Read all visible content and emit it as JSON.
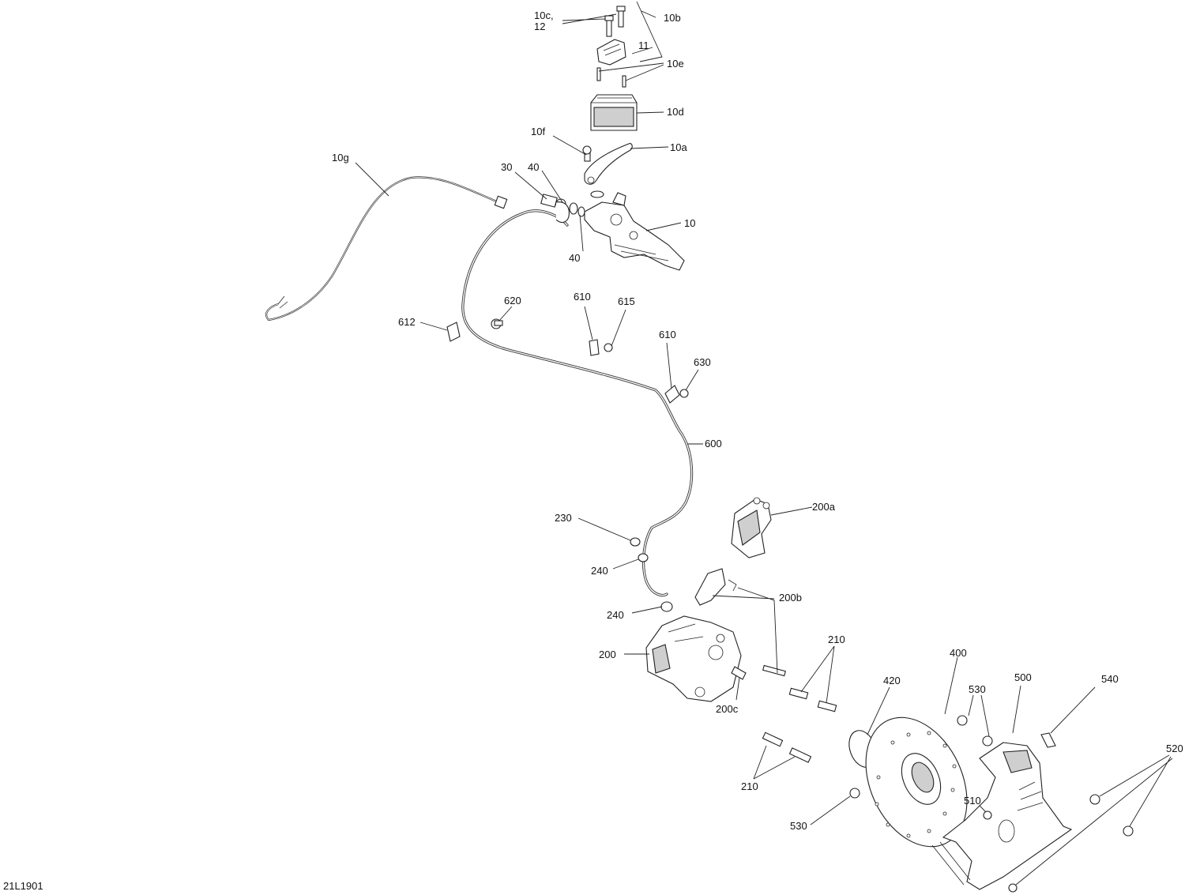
{
  "diagram": {
    "drawing_id": "21L1901",
    "callouts": {
      "c10c": "10c,",
      "c12": "12",
      "c10b": "10b",
      "c11": "11",
      "c10e": "10e",
      "c10d": "10d",
      "c10f": "10f",
      "c10a": "10a",
      "c10g": "10g",
      "c30": "30",
      "c40a": "40",
      "c40b": "40",
      "c10": "10",
      "c620": "620",
      "c610a": "610",
      "c615": "615",
      "c612": "612",
      "c610b": "610",
      "c630": "630",
      "c600": "600",
      "c200a": "200a",
      "c230": "230",
      "c240a": "240",
      "c200b": "200b",
      "c240b": "240",
      "c210a": "210",
      "c200": "200",
      "c400": "400",
      "c420": "420",
      "c500": "500",
      "c540": "540",
      "c530a": "530",
      "c200c": "200c",
      "c520": "520",
      "c510": "510",
      "c210b": "210",
      "c530b": "530"
    }
  }
}
